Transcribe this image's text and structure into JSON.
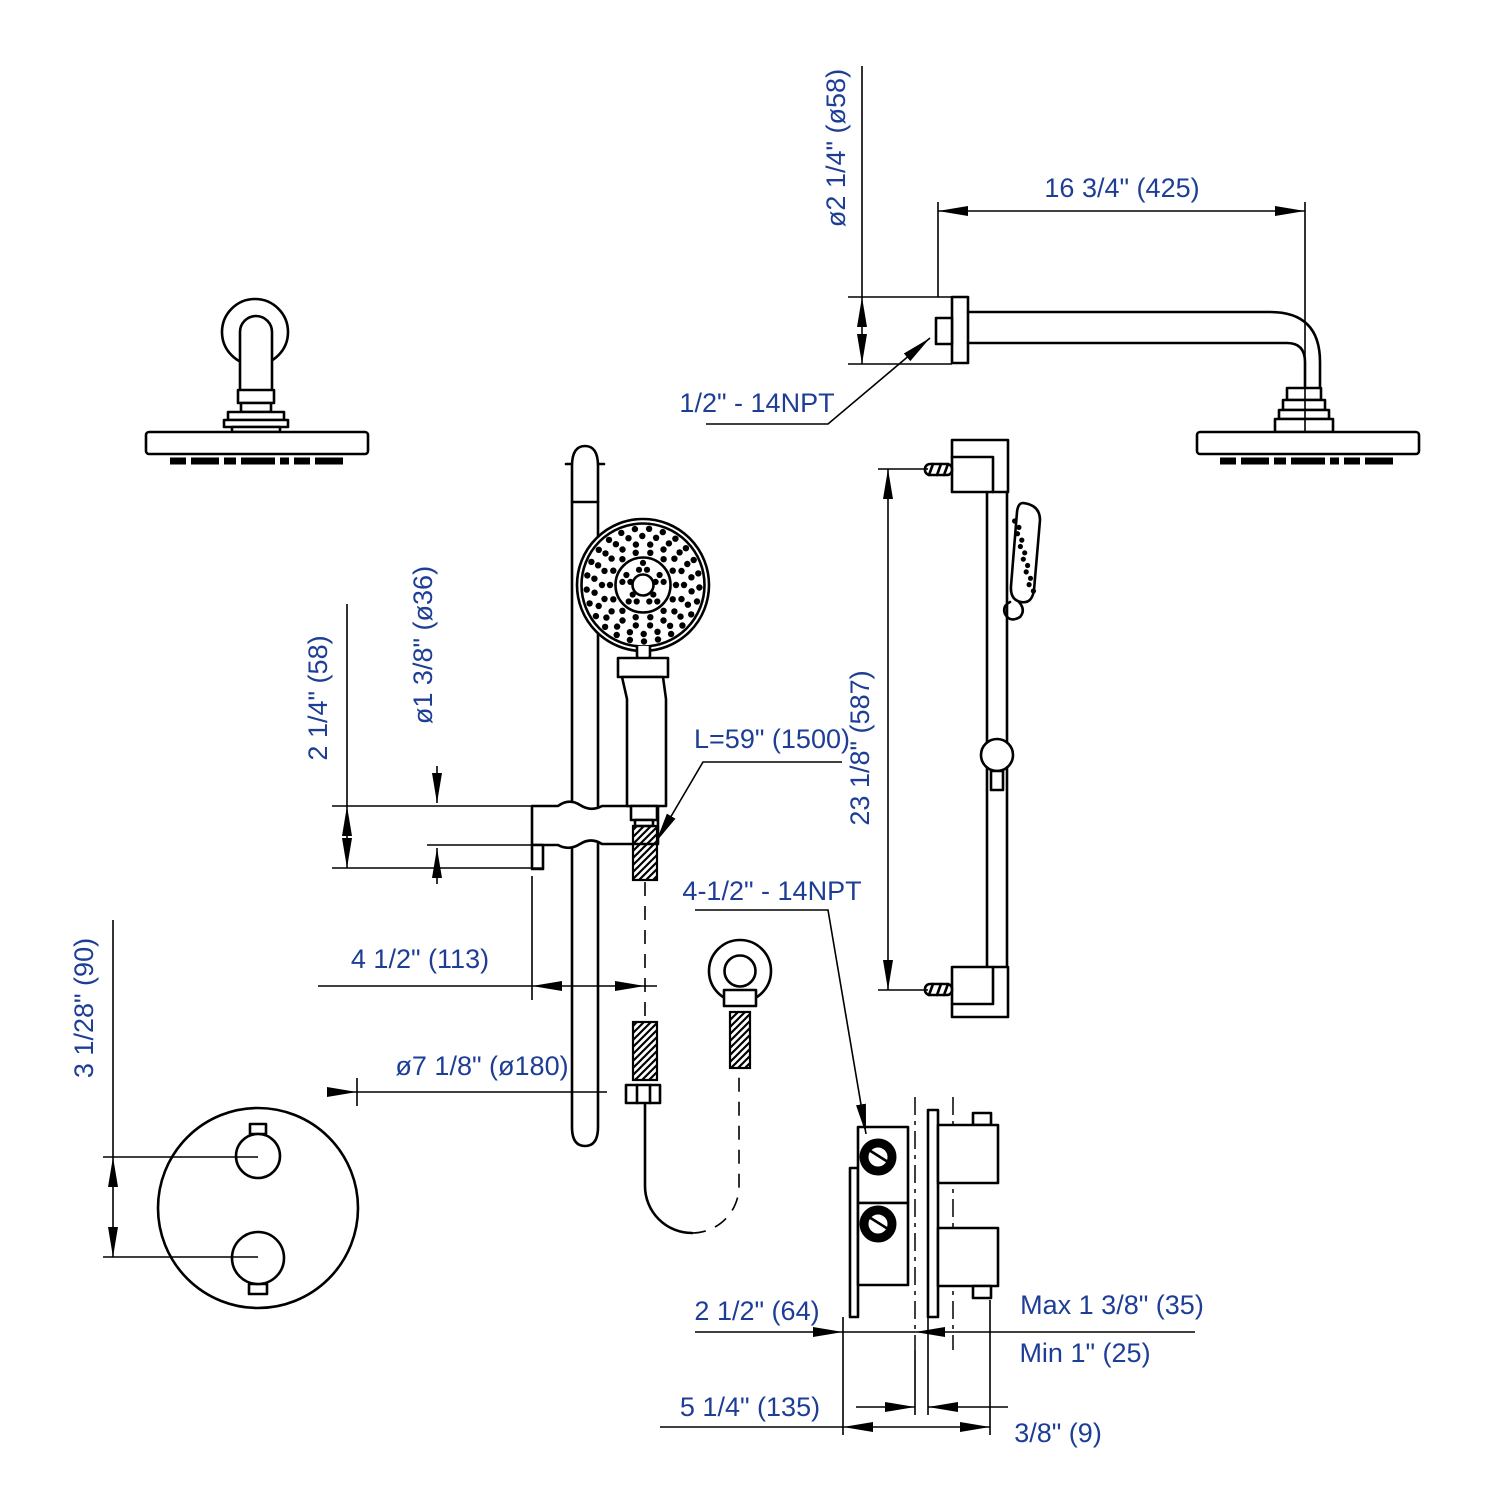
{
  "labels": {
    "arm_reach": "16 3/4\" (425)",
    "arm_diameter": "ø2 1/4\" (ø58)",
    "arm_thread": "1/2\" - 14NPT",
    "handshower_diameter": "ø1 3/8\" (ø36)",
    "holder_height": "2 1/4\" (58)",
    "hose_length": "L=59\" (1500)",
    "slidebar_length": "23 1/8\" (587)",
    "holder_offset": "4 1/2\" (113)",
    "outlet_thread": "4-1/2\" - 14NPT",
    "trim_diameter": "ø7 1/8\" (ø180)",
    "knob_spacing": "3 1/28\" (90)",
    "valve_depth": "2 1/2\" (64)",
    "wall_max": "Max 1 3/8\" (35)",
    "wall_min": "Min 1\" (25)",
    "valve_width": "5 1/4\" (135)",
    "plate_thickness": "3/8\" (9)"
  },
  "colors": {
    "dimension_text": "#1e3e96",
    "line_color": "#000000",
    "background": "#ffffff"
  }
}
